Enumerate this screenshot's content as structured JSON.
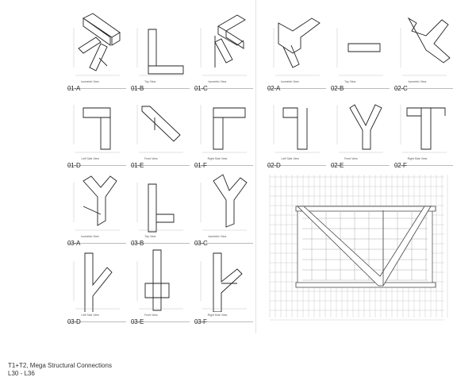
{
  "sheet": {
    "title": "T1+T2, Mega Structural Connections",
    "levels": "L30 - L36"
  },
  "views": [
    {
      "code": "01-A",
      "name": "Isometric View"
    },
    {
      "code": "01-B",
      "name": "Top View"
    },
    {
      "code": "01-C",
      "name": "Isometric View"
    },
    {
      "code": "01-D",
      "name": "Left Side View"
    },
    {
      "code": "01-E",
      "name": "Front View"
    },
    {
      "code": "01-F",
      "name": "Right Side View"
    },
    {
      "code": "02-A",
      "name": "Isometric View"
    },
    {
      "code": "02-B",
      "name": "Top View"
    },
    {
      "code": "02-C",
      "name": "Isometric View"
    },
    {
      "code": "02-D",
      "name": "Left Side View"
    },
    {
      "code": "02-E",
      "name": "Front View"
    },
    {
      "code": "02-F",
      "name": "Right Side View"
    },
    {
      "code": "03-A",
      "name": "Isometric View"
    },
    {
      "code": "03-B",
      "name": "Top View"
    },
    {
      "code": "03-C",
      "name": "Isometric View"
    },
    {
      "code": "03-D",
      "name": "Left Side View"
    },
    {
      "code": "03-E",
      "name": "Front View"
    },
    {
      "code": "03-F",
      "name": "Right Side View"
    }
  ]
}
